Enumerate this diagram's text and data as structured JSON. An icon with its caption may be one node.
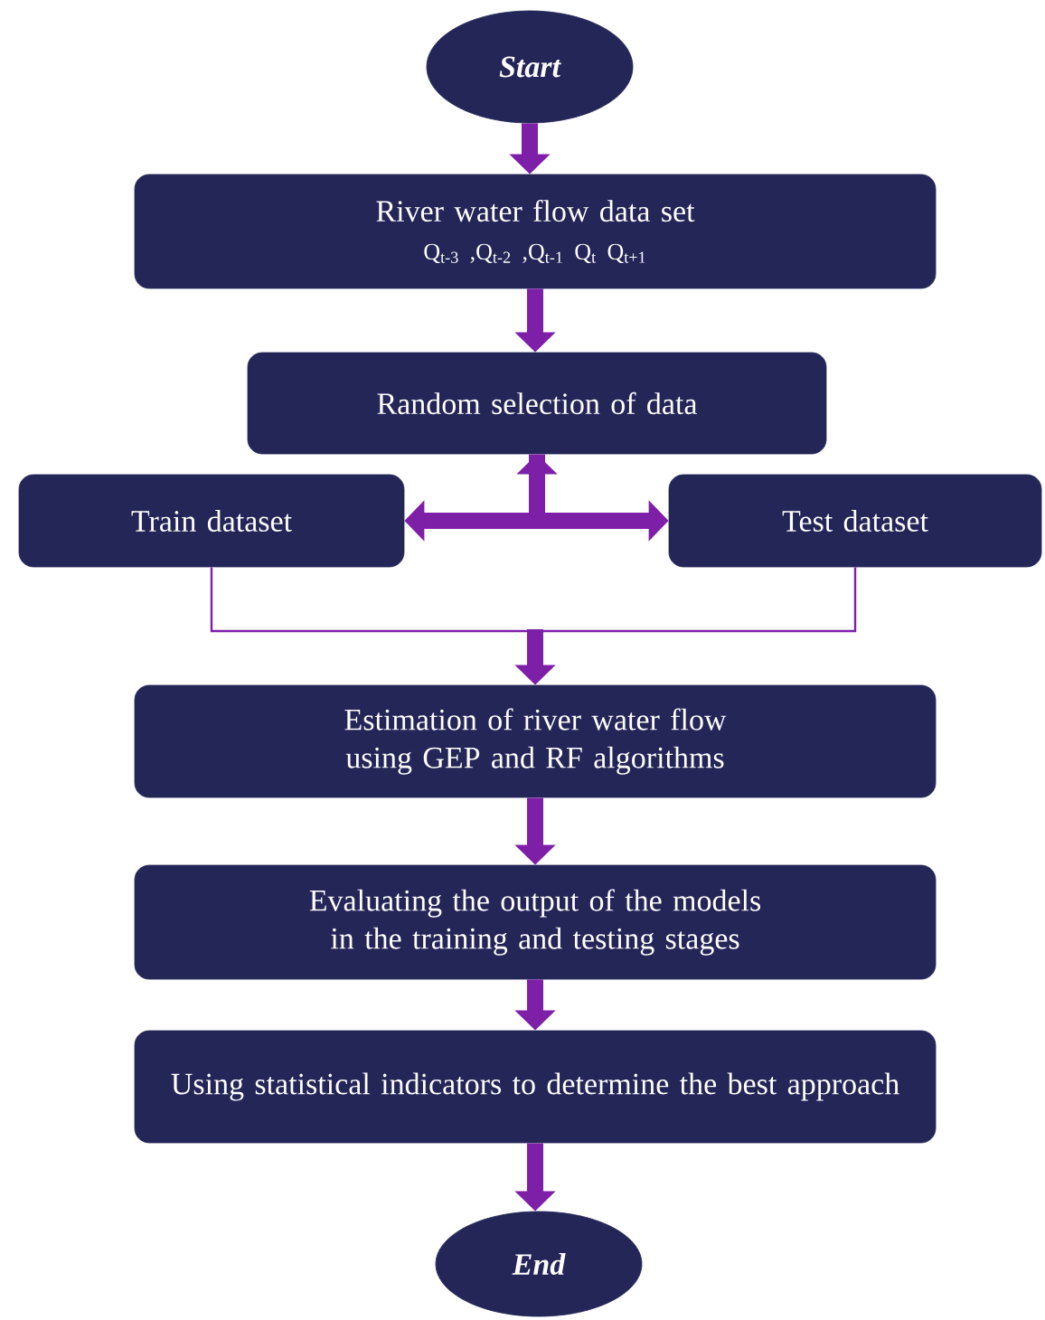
{
  "diagram": {
    "nodes": [
      {
        "text": [
          "Start"
        ]
      },
      {
        "text": [
          "River water flow data set",
          "Q$_{t-3}$ ,Q$_{t-2}$ ,Q$_{t-1}$ Q$_{t}$ Q$_{t+1}$"
        ]
      },
      {
        "text": [
          "Random selection of data"
        ]
      },
      {
        "text": [
          "Train dataset"
        ]
      },
      {
        "text": [
          "Test dataset"
        ]
      },
      {
        "text": [
          "Estimation of river water flow using GEP and RF algorithms"
        ]
      },
      {
        "text": [
          "Evaluating the output of the models in the training and testing stages"
        ]
      },
      {
        "text": [
          "Using statistical indicators to determine the best approach"
        ]
      },
      {
        "text": [
          "End"
        ]
      }
    ],
    "edges": [
      {
        "from": 0,
        "to": 1,
        "arrow": "to"
      },
      {
        "from": 1,
        "to": 2,
        "arrow": "to"
      },
      {
        "from": 2,
        "to": 3,
        "arrow": "both"
      },
      {
        "from": 2,
        "to": 4,
        "arrow": "to"
      },
      {
        "from": 3,
        "to": 5,
        "arrow": "to"
      },
      {
        "from": 4,
        "to": 5,
        "arrow": "to"
      },
      {
        "from": 5,
        "to": 6,
        "arrow": "to"
      },
      {
        "from": 6,
        "to": 7,
        "arrow": "to"
      },
      {
        "from": 7,
        "to": 8,
        "arrow": "to"
      }
    ]
  }
}
